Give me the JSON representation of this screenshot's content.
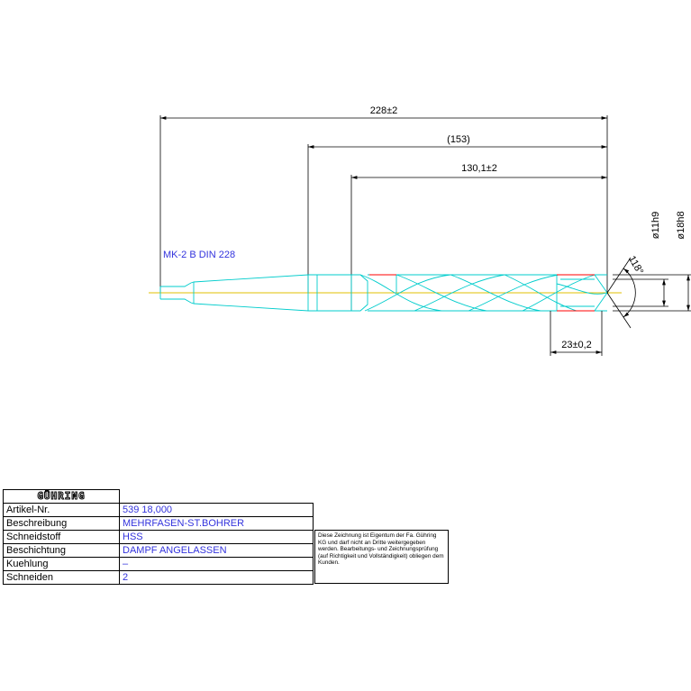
{
  "drawing": {
    "dim_total": "228±2",
    "dim_ref": "(153)",
    "dim_flute": "130,1±2",
    "dim_point": "23±0,2",
    "dim_dia_small": "ø11h9",
    "dim_dia_large": "ø18h8",
    "angle": "118°",
    "shank_label": "MK-2 B DIN 228"
  },
  "colors": {
    "outline": "#00cccc",
    "center_axis": "#e0c000",
    "flute_red": "#ff0000",
    "dim_line": "#000000",
    "text_blue": "#3333dd"
  },
  "title_block": {
    "logo": "GÜHRING",
    "rows": [
      {
        "label": "Artikel-Nr.",
        "value": "539 18,000"
      },
      {
        "label": "Beschreibung",
        "value": "MEHRFASEN-ST.BOHRER"
      },
      {
        "label": "Schneidstoff",
        "value": "HSS"
      },
      {
        "label": "Beschichtung",
        "value": "DAMPF ANGELASSEN"
      },
      {
        "label": "Kuehlung",
        "value": "–"
      },
      {
        "label": "Schneiden",
        "value": "2"
      }
    ],
    "notice": "Diese Zeichnung ist Eigentum der Fa. Gühring KG und darf nicht an Dritte weitergegeben werden. Bearbeitungs- und Zeichnungsprüfung (auf Richtigkeit und Vollständigkeit) obliegen dem Kunden."
  }
}
